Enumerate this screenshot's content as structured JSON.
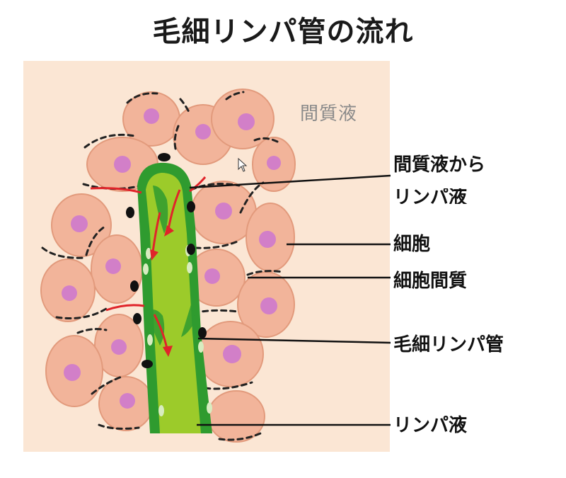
{
  "title": "毛細リンパ管の流れ",
  "panel_label": "間質液",
  "callouts": {
    "interstitial_to_lymph_1": "間質液から",
    "interstitial_to_lymph_2": "リンパ液",
    "cell": "細胞",
    "intercellular_matrix": "細胞間質",
    "lymph_capillary": "毛細リンパ管",
    "lymph_fluid": "リンパ液"
  },
  "colors": {
    "panel_bg": "#fbe6d4",
    "cell_fill": "#f2b49a",
    "cell_stroke": "#e29a7c",
    "nucleus": "#d27fc8",
    "vessel_inner": "#9ccb2a",
    "vessel_wall": "#2f9b2f",
    "flow_arrow": "#e0242a",
    "leader_line": "#111111"
  }
}
